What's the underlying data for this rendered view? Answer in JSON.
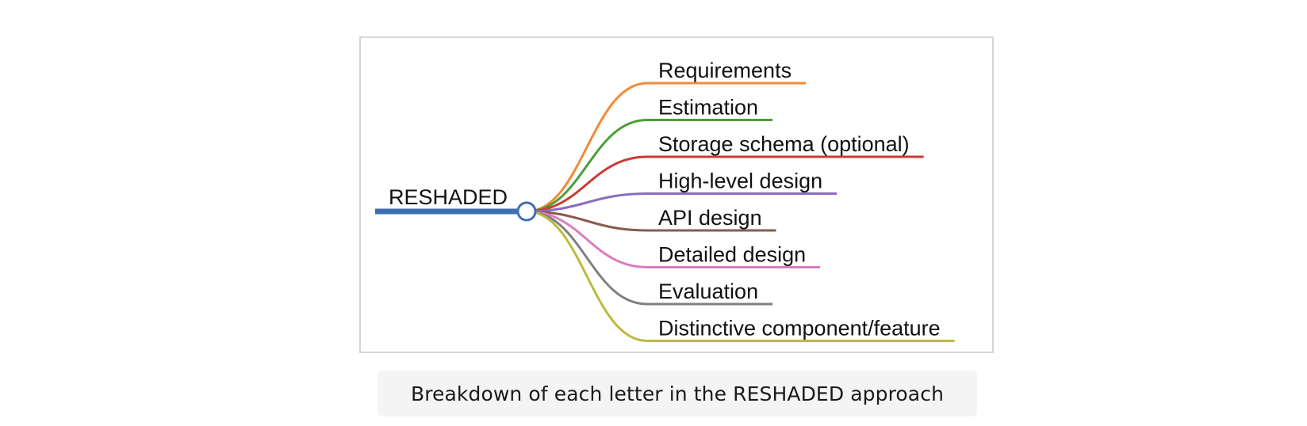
{
  "diagram": {
    "type": "mindmap",
    "root": {
      "label": "RESHADED",
      "color": "#3f6fb0"
    },
    "branches": [
      {
        "label": "Requirements",
        "color": "#f08a3a"
      },
      {
        "label": "Estimation",
        "color": "#4c9e3a"
      },
      {
        "label": "Storage schema (optional)",
        "color": "#cc3a34"
      },
      {
        "label": "High-level design",
        "color": "#8a6cc0"
      },
      {
        "label": "API design",
        "color": "#8a5a4e"
      },
      {
        "label": "Detailed design",
        "color": "#db7cc2"
      },
      {
        "label": "Evaluation",
        "color": "#808080"
      },
      {
        "label": "Distinctive component/feature",
        "color": "#bcbb40"
      }
    ]
  },
  "caption": {
    "text": "Breakdown of each letter in the RESHADED approach"
  }
}
